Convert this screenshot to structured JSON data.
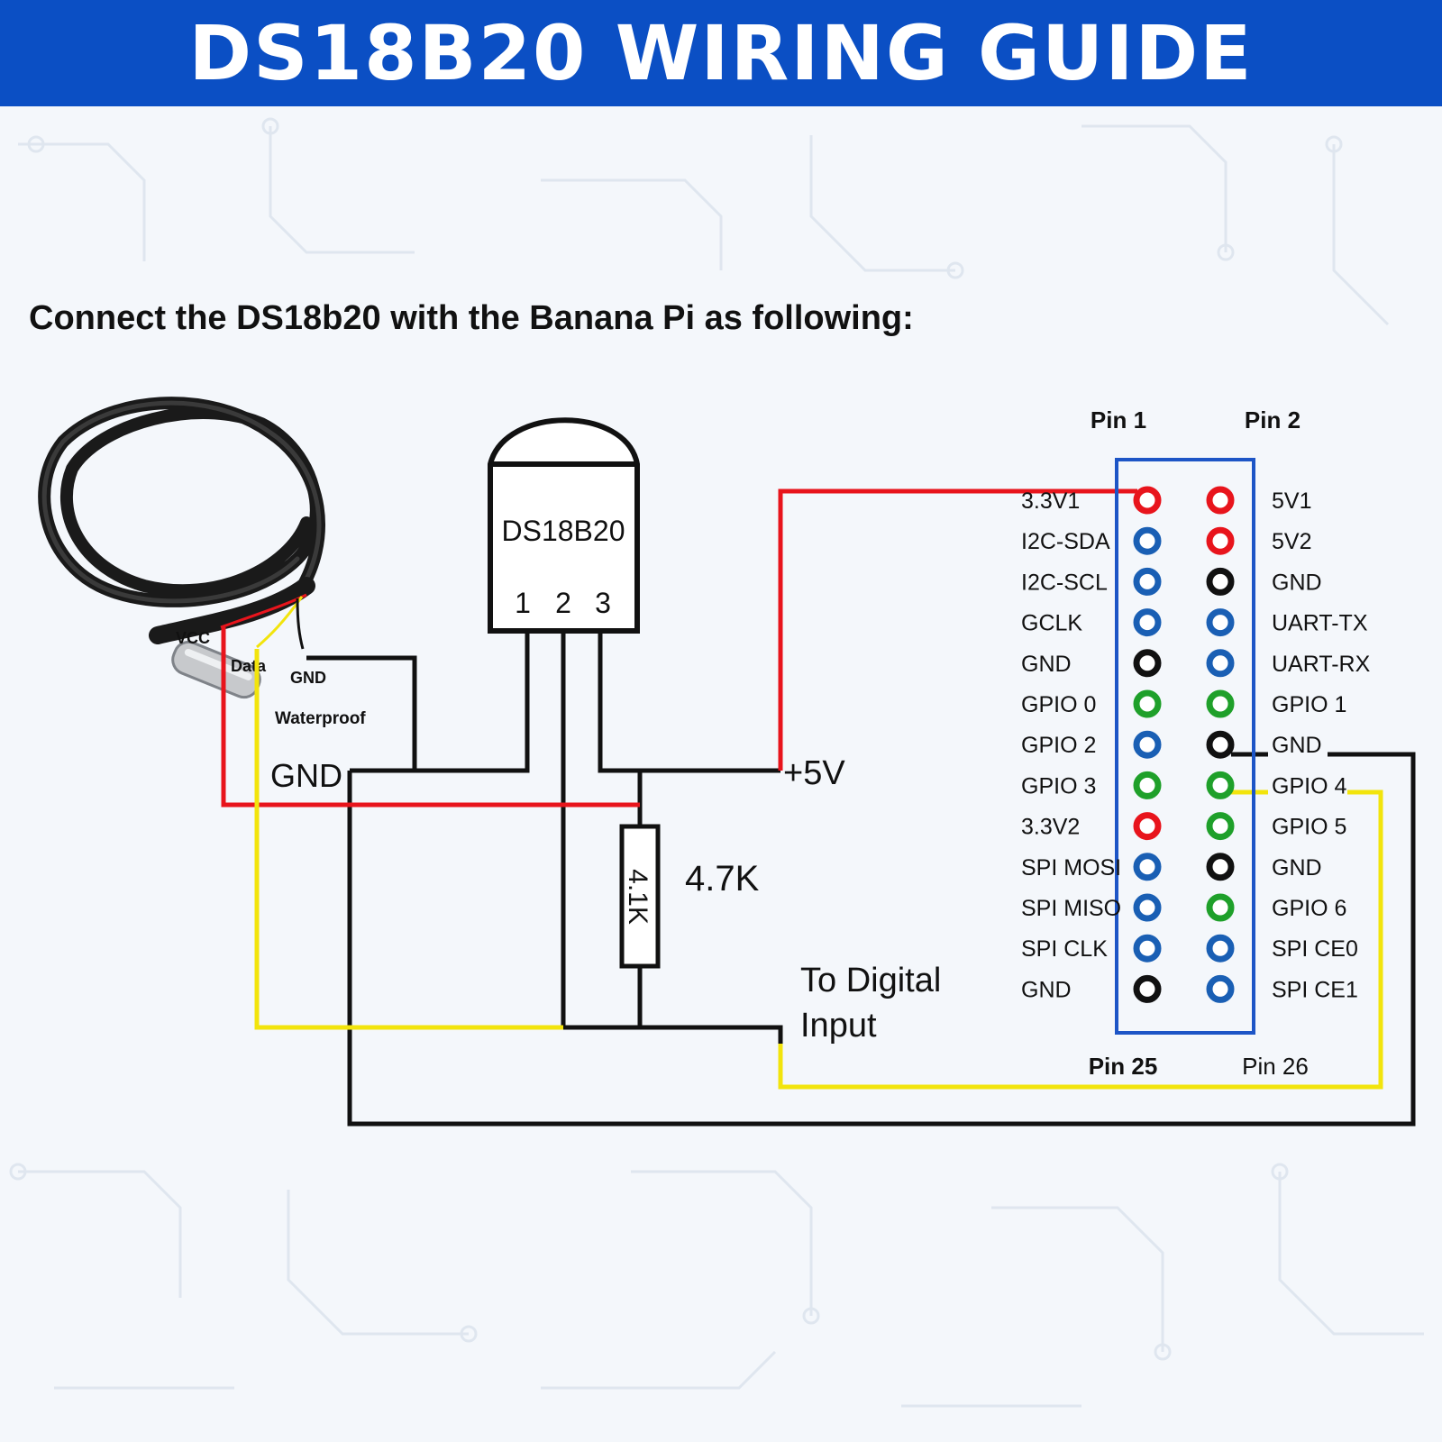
{
  "header": {
    "title": "DS18B20 WIRING GUIDE"
  },
  "instruction": "Connect the DS18b20 with the Banana Pi as following:",
  "probe": {
    "labels": {
      "vcc": "VCC",
      "data": "Data",
      "gnd": "GND",
      "waterproof": "Waterproof"
    }
  },
  "sensor": {
    "name": "DS18B20",
    "pins": [
      "1",
      "2",
      "3"
    ]
  },
  "resistor": {
    "value": "4.7K",
    "body_label": "4.1K"
  },
  "circuit": {
    "gnd_label": "GND",
    "vcc_label": "+5V",
    "data_label_line1": "To Digital",
    "data_label_line2": "Input"
  },
  "colors": {
    "header": "#0b4fc4",
    "power": "#e8141c",
    "data": "#f2e40c",
    "ground": "#111111",
    "pin_red": "#e8141c",
    "pin_blue": "#1a5fb4",
    "pin_green": "#1fa02a",
    "pin_black": "#111111",
    "header_box": "#1d55c6"
  },
  "gpio_header": {
    "top_left_label": "Pin 1",
    "top_right_label": "Pin 2",
    "bottom_left_label": "Pin 25",
    "bottom_right_label": "Pin 26",
    "rows": [
      {
        "left": "3.3V1",
        "left_color": "red",
        "right": "5V1",
        "right_color": "red"
      },
      {
        "left": "I2C-SDA",
        "left_color": "blue",
        "right": "5V2",
        "right_color": "red"
      },
      {
        "left": "I2C-SCL",
        "left_color": "blue",
        "right": "GND",
        "right_color": "black"
      },
      {
        "left": "GCLK",
        "left_color": "blue",
        "right": "UART-TX",
        "right_color": "blue"
      },
      {
        "left": "GND",
        "left_color": "black",
        "right": "UART-RX",
        "right_color": "blue"
      },
      {
        "left": "GPIO 0",
        "left_color": "green",
        "right": "GPIO 1",
        "right_color": "green"
      },
      {
        "left": "GPIO 2",
        "left_color": "blue",
        "right": "GND",
        "right_color": "black"
      },
      {
        "left": "GPIO 3",
        "left_color": "green",
        "right": "GPIO 4",
        "right_color": "green"
      },
      {
        "left": "3.3V2",
        "left_color": "red",
        "right": "GPIO 5",
        "right_color": "green"
      },
      {
        "left": "SPI MOSI",
        "left_color": "blue",
        "right": "GND",
        "right_color": "black"
      },
      {
        "left": "SPI MISO",
        "left_color": "blue",
        "right": "GPIO 6",
        "right_color": "green"
      },
      {
        "left": "SPI CLK",
        "left_color": "blue",
        "right": "SPI CE0",
        "right_color": "blue"
      },
      {
        "left": "GND",
        "left_color": "black",
        "right": "SPI CE1",
        "right_color": "blue"
      }
    ]
  }
}
